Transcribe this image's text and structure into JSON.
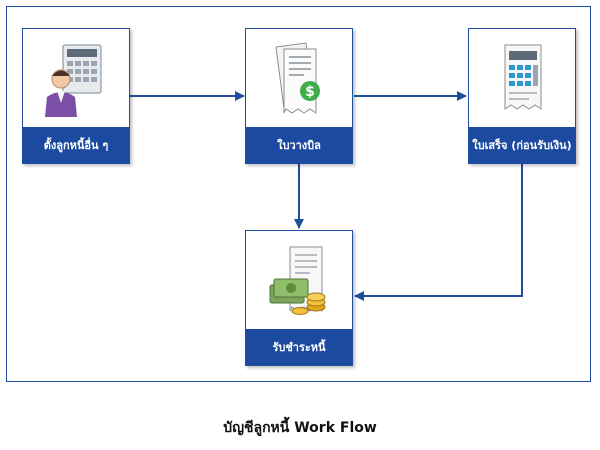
{
  "diagram": {
    "nodes": [
      {
        "id": "ar-other",
        "label": "ตั้งลูกหนี้อื่น ๆ",
        "icon": "person-calculator-icon"
      },
      {
        "id": "bill",
        "label": "ใบวางบิล",
        "icon": "bill-dollar-icon"
      },
      {
        "id": "receipt",
        "label": "ใบเสร็จ (ก่อนรับเงิน)",
        "icon": "receipt-sheet-icon"
      },
      {
        "id": "receive",
        "label": "รับชำระหนี้",
        "icon": "money-coins-icon"
      }
    ],
    "edges": [
      {
        "from": "ar-other",
        "to": "bill"
      },
      {
        "from": "bill",
        "to": "receipt"
      },
      {
        "from": "bill",
        "to": "receive"
      },
      {
        "from": "receipt",
        "to": "receive"
      }
    ]
  },
  "caption": "บัญชีลูกหนี้ Work Flow",
  "colors": {
    "border": "#1f4f9c",
    "label_bar": "#1c4aa0",
    "label_text": "#ffffff",
    "arrow": "#1f4f9c"
  }
}
